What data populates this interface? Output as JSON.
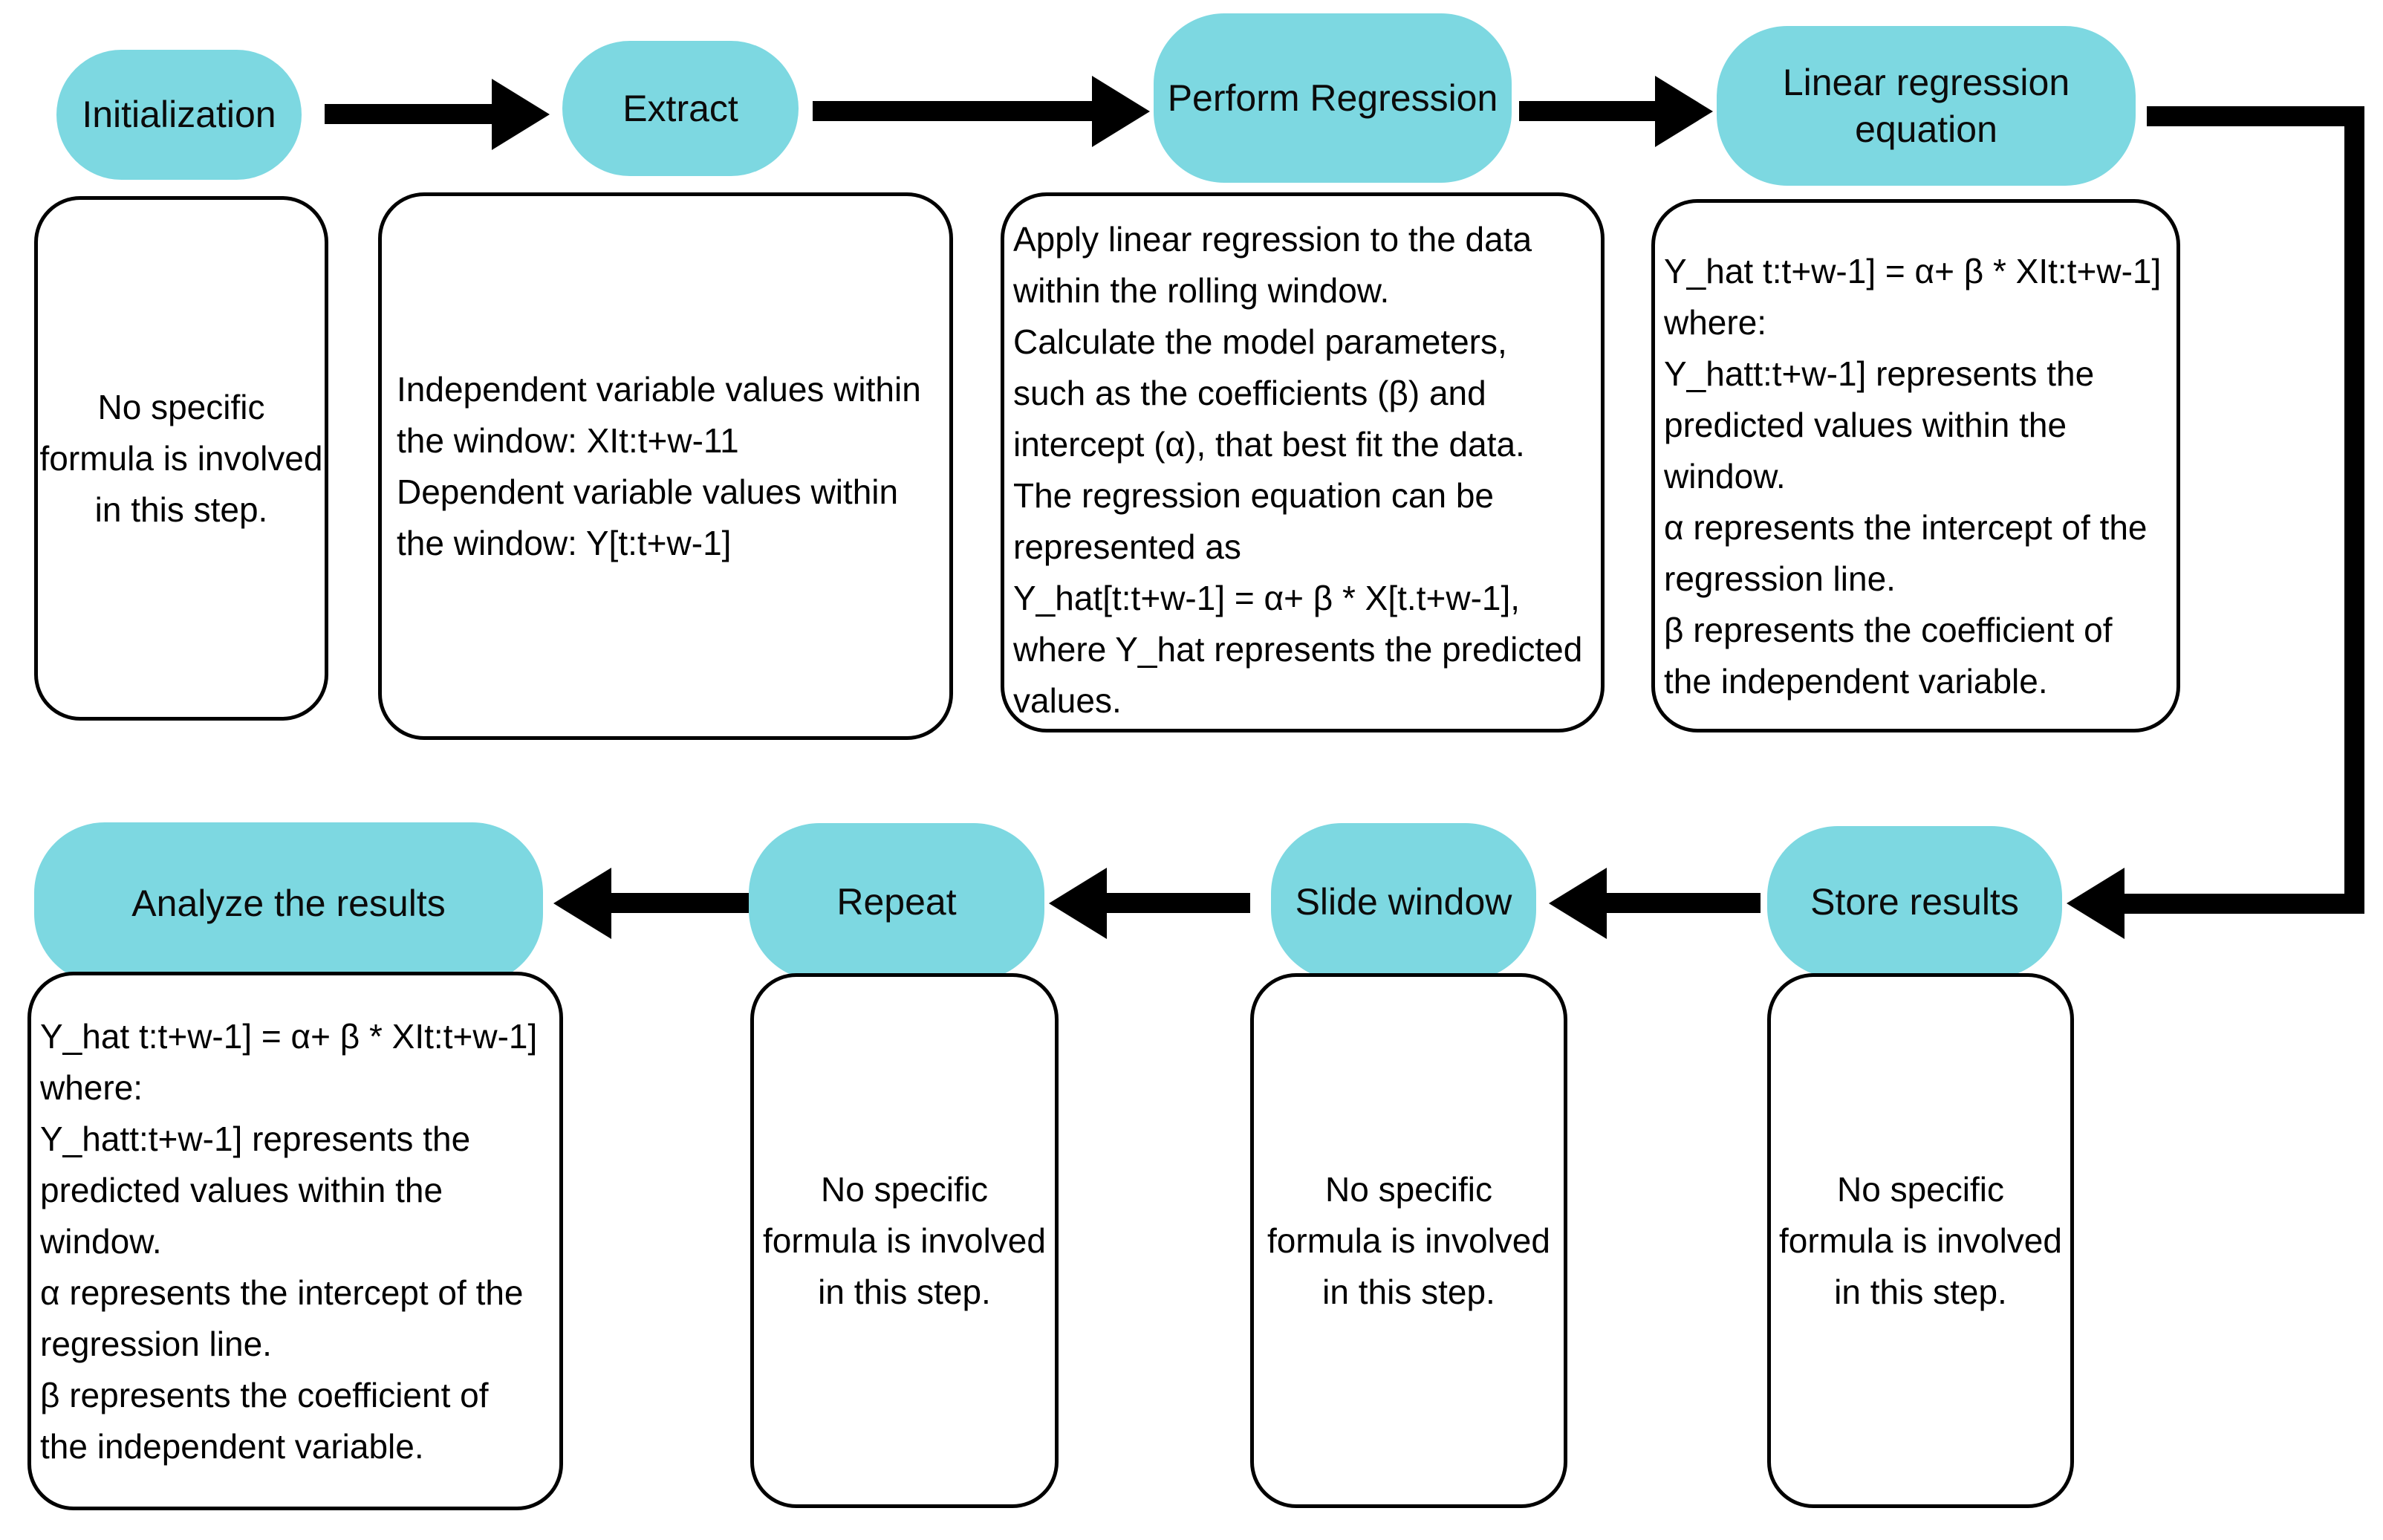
{
  "colors": {
    "pill_fill": "#7dd8e1",
    "line": "#000000",
    "background": "#ffffff"
  },
  "steps": [
    {
      "label": "Initialization",
      "note": "No specific\nformula is involved\nin this step."
    },
    {
      "label": "Extract",
      "note": "Independent variable values within\nthe window: XIt:t+w-11\nDependent variable values within\nthe window: Y[t:t+w-1]"
    },
    {
      "label": "Perform Regression",
      "note": "Apply linear regression to the data\nwithin the rolling window.\nCalculate the model parameters,\nsuch as the coefficients (β) and\nintercept (α), that best fit the data.\nThe regression equation can be\nrepresented as\nY_hat[t:t+w-1] = α+ β * X[t.t+w-1],\nwhere Y_hat represents the predicted\nvalues."
    },
    {
      "label": "Linear regression equation",
      "note": "Y_hat t:t+w-1] = α+ β * XIt:t+w-1]\nwhere:\nY_hatt:t+w-1] represents the\npredicted values within the\nwindow.\nα represents the intercept of the\nregression line.\nβ represents the coefficient of\nthe independent variable."
    },
    {
      "label": "Store results",
      "note": "No specific\nformula is involved\nin this step."
    },
    {
      "label": "Slide window",
      "note": "No specific\nformula is involved\nin this step."
    },
    {
      "label": "Repeat",
      "note": "No specific\nformula is involved\nin this step."
    },
    {
      "label": "Analyze the results",
      "note": "Y_hat t:t+w-1] = α+ β * XIt:t+w-1]\nwhere:\nY_hatt:t+w-1] represents the\npredicted values within the\nwindow.\nα represents the intercept of the\nregression line.\nβ represents the coefficient of\nthe independent variable."
    }
  ],
  "connections": [
    {
      "from": "Initialization",
      "to": "Extract"
    },
    {
      "from": "Extract",
      "to": "Perform Regression"
    },
    {
      "from": "Perform Regression",
      "to": "Linear regression equation"
    },
    {
      "from": "Linear regression equation",
      "to": "Store results"
    },
    {
      "from": "Store results",
      "to": "Slide window"
    },
    {
      "from": "Slide window",
      "to": "Repeat"
    },
    {
      "from": "Repeat",
      "to": "Analyze the results"
    }
  ]
}
